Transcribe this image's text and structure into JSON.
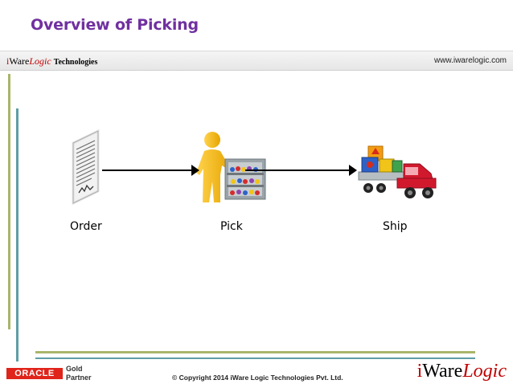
{
  "slide": {
    "title": "Overview of Picking",
    "header": {
      "brand_prefix": "i",
      "brand_middle": "Ware",
      "brand_suffix": "Logic",
      "brand_tagline": "Technologies",
      "website": "www.iwarelogic.com"
    },
    "steps": [
      {
        "label": "Order",
        "icon": "document-icon"
      },
      {
        "label": "Pick",
        "icon": "person-picking-shelf-icon"
      },
      {
        "label": "Ship",
        "icon": "delivery-truck-icon"
      }
    ],
    "footer": {
      "partner_logo": "ORACLE",
      "partner_tier_line1": "Gold",
      "partner_tier_line2": "Partner",
      "copyright": "© Copyright 2014 iWare Logic Technologies Pvt. Ltd.",
      "logo_prefix": "i",
      "logo_middle": "Ware",
      "logo_suffix": "Logic"
    },
    "colors": {
      "title": "#7030a0",
      "accent_olive": "#a9b56b",
      "accent_teal": "#5f9ea6",
      "brand_red": "#c00000",
      "oracle_red": "#e0241b"
    }
  }
}
